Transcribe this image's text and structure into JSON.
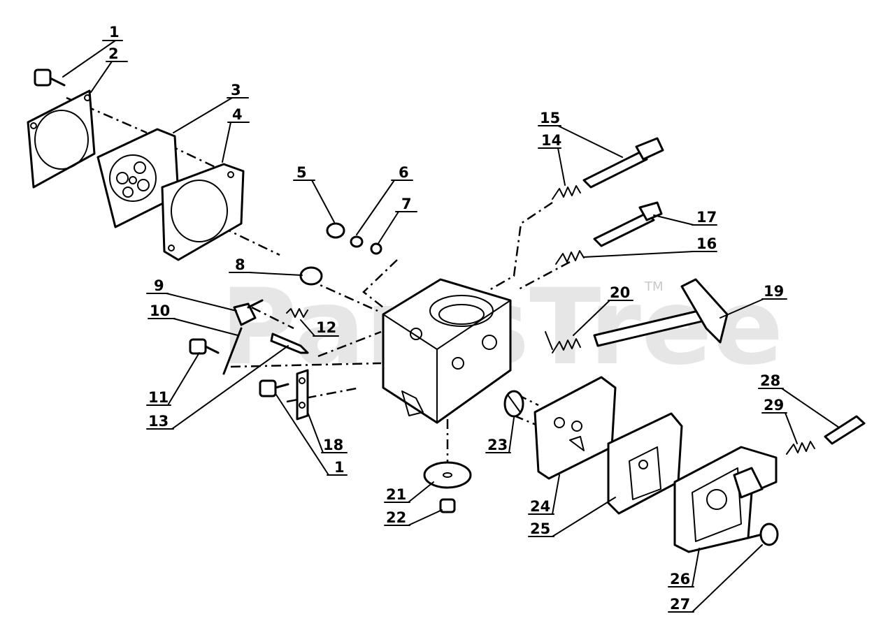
{
  "watermark": {
    "text": "PartsTree",
    "trademark": "TM"
  },
  "labels": {
    "l1a": "1",
    "l2": "2",
    "l3": "3",
    "l4": "4",
    "l5": "5",
    "l6": "6",
    "l7": "7",
    "l8": "8",
    "l9": "9",
    "l10": "10",
    "l11": "11",
    "l12": "12",
    "l13": "13",
    "l14": "14",
    "l15": "15",
    "l16": "16",
    "l17": "17",
    "l18": "18",
    "l1b": "1",
    "l19": "19",
    "l20": "20",
    "l21": "21",
    "l22": "22",
    "l23": "23",
    "l24": "24",
    "l25": "25",
    "l26": "26",
    "l27": "27",
    "l28": "28",
    "l29": "29"
  }
}
